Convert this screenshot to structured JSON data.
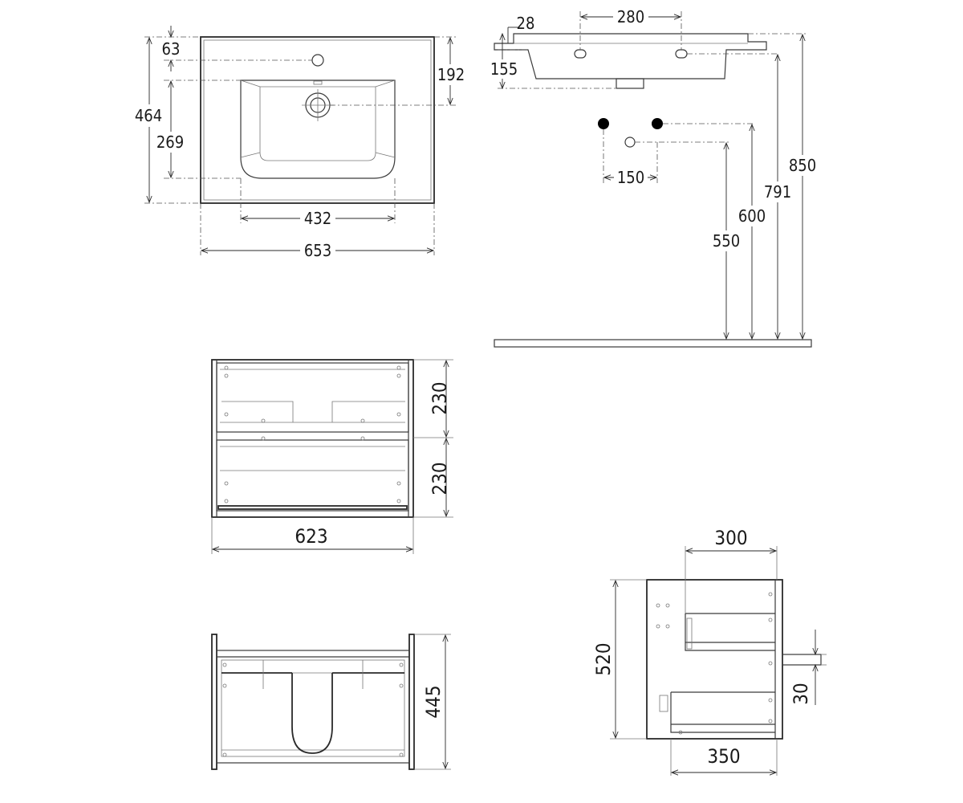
{
  "diagram": {
    "top_view": {
      "width_total": "653",
      "bowl_width": "432",
      "depth_total": "464",
      "bowl_depth": "269",
      "tap_hole_offset": "63",
      "drain_offset": "192"
    },
    "side_view": {
      "rim_thickness": "28",
      "tap_spacing": "280",
      "basin_height": "155",
      "pipe_spacing": "150",
      "height_550": "550",
      "height_600": "600",
      "height_791": "791",
      "height_850": "850"
    },
    "cabinet_front": {
      "drawer_top_height": "230",
      "drawer_bottom_height": "230",
      "width": "623"
    },
    "cabinet_top": {
      "depth": "445"
    },
    "cabinet_side": {
      "top_drawer_depth": "300",
      "bottom_drawer_depth": "350",
      "height": "520",
      "gap": "30"
    }
  },
  "colors": {
    "line": "#2a2a2a",
    "background": "#ffffff"
  }
}
